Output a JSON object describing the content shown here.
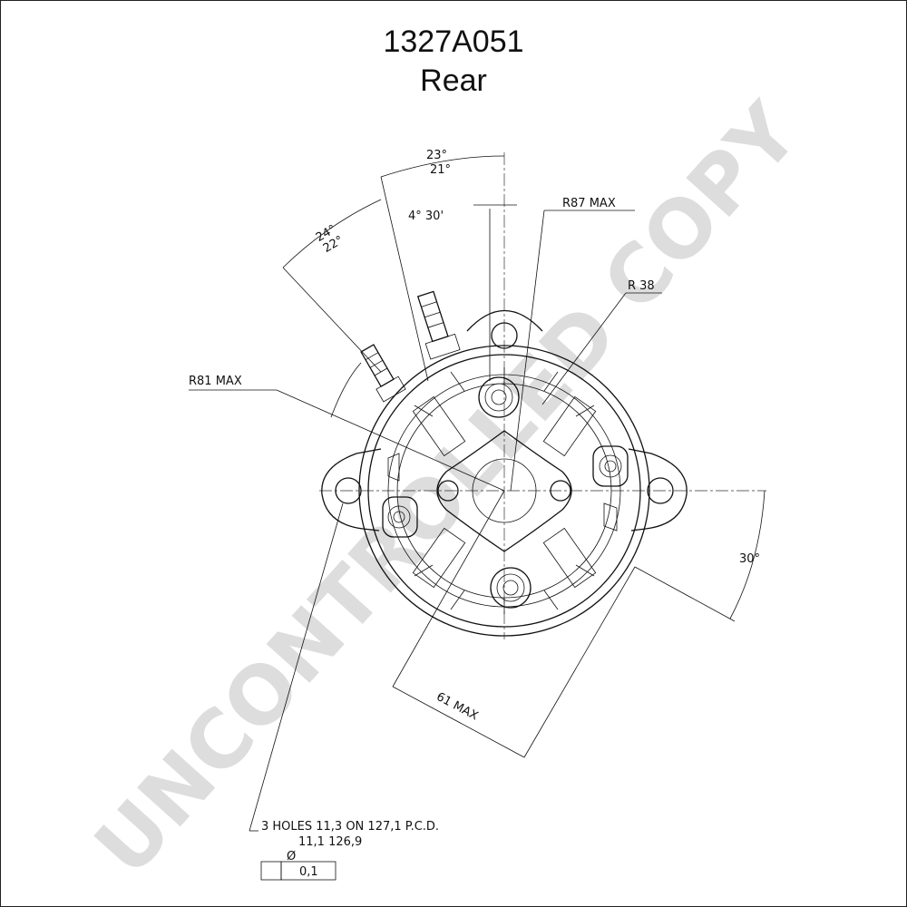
{
  "drawing": {
    "part_number": "1327A051",
    "view": "Rear"
  },
  "dimensions": {
    "angle_a_top": "23°",
    "angle_a_bottom": "21°",
    "angle_b_top": "24°",
    "angle_b_bottom": "22°",
    "offset_angle": "4° 30'",
    "r87": "R87 MAX",
    "r38": "R  38",
    "r81": "R81 MAX",
    "angle_30": "30°",
    "width_61": "61  MAX"
  },
  "notes": {
    "holes_line1": "3 HOLES  11,3 ON 127,1 P.C.D.",
    "holes_line2": "11,1    126,9",
    "tolerance_symbol": "Ø",
    "tolerance_value": "0,1"
  },
  "watermark": "UNCONTROLLED COPY"
}
